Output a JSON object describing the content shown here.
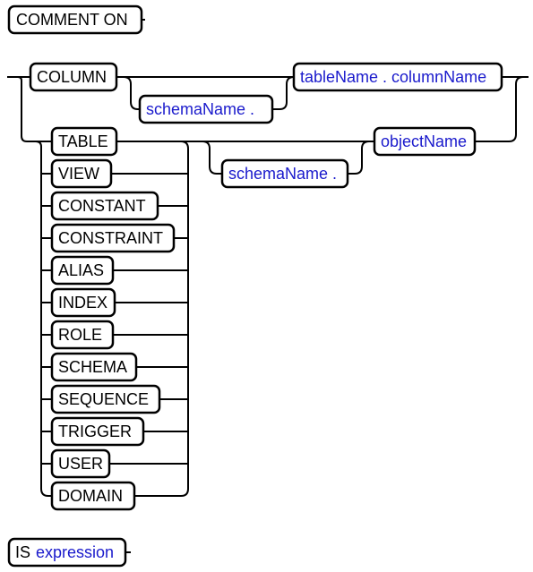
{
  "statement_start": "COMMENT ON",
  "column_keyword": "COLUMN",
  "optional_schema": "schemaName .",
  "table_column_ref": "tableName . columnName",
  "object_types": [
    "TABLE",
    "VIEW",
    "CONSTANT",
    "CONSTRAINT",
    "ALIAS",
    "INDEX",
    "ROLE",
    "SCHEMA",
    "SEQUENCE",
    "TRIGGER",
    "USER",
    "DOMAIN"
  ],
  "object_schema": "schemaName .",
  "object_name": "objectName",
  "is_keyword": "IS",
  "expression": "expression"
}
